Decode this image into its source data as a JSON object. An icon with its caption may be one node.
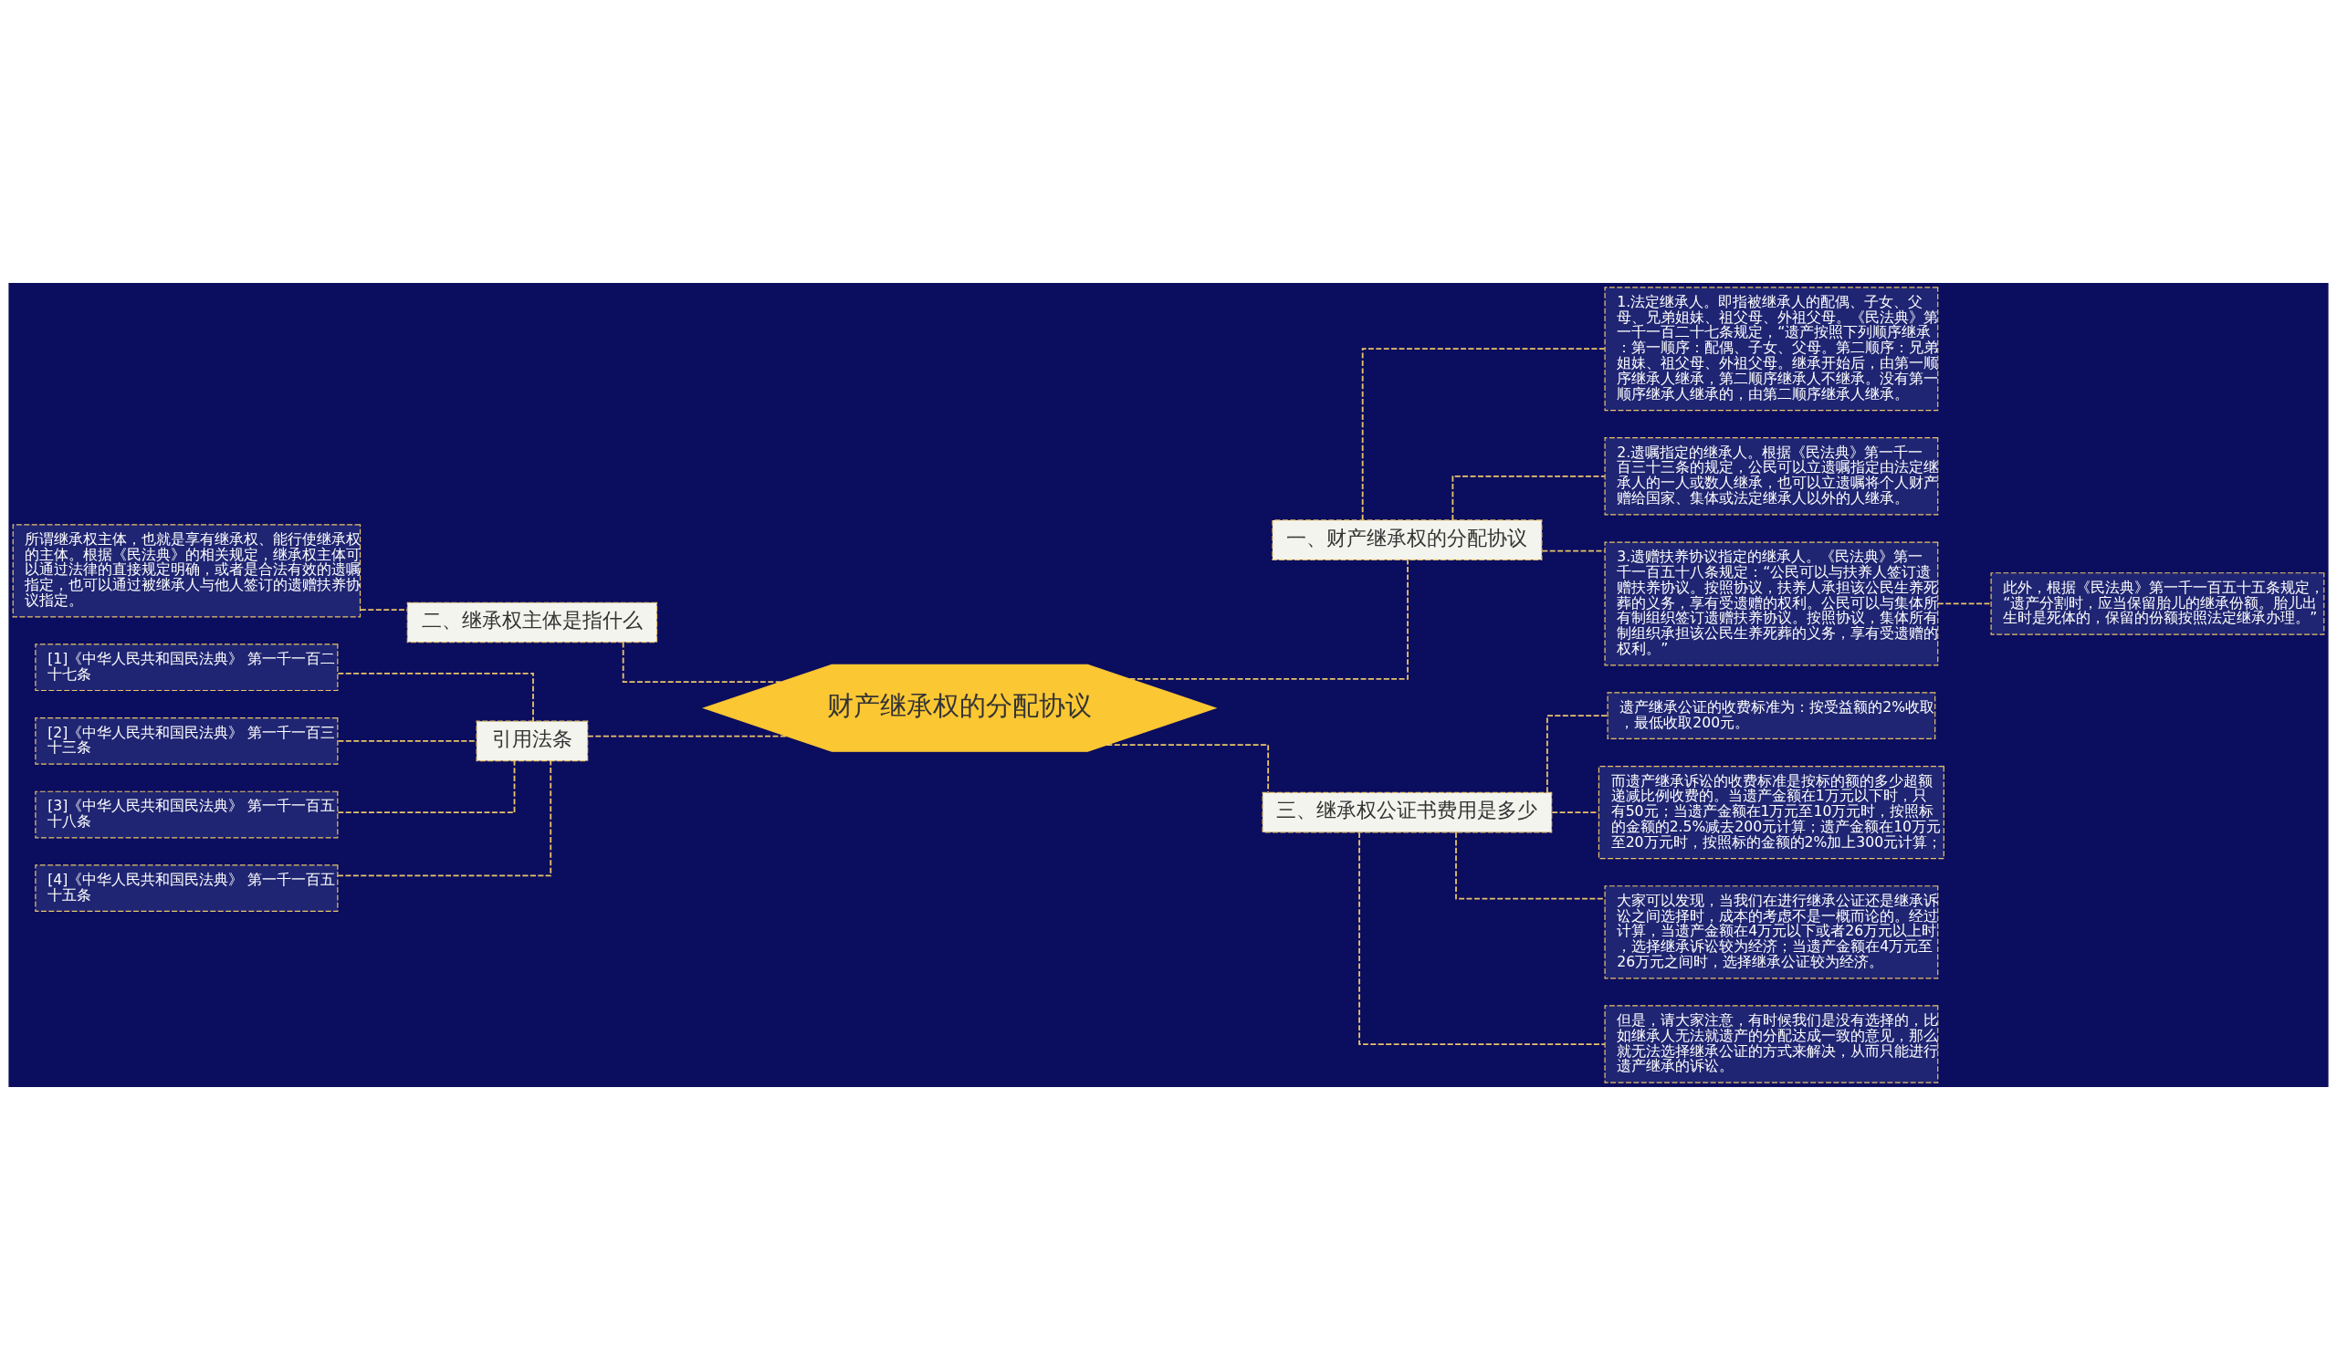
{
  "diagram": {
    "nodes": [
      {
        "text": [
          "财产继承权的分配协议"
        ]
      },
      {
        "text": [
          "一、财产继承权的分配协议"
        ]
      },
      {
        "text": [
          "1.法定继承人。即指被继承人的配偶、子女、父母、兄弟姐妹、祖父母、外祖父母。《民法典》第一千一百二十七条规定，“遗产按照下列顺序继承：第一顺序：配偶、子女、父母。第二顺序：兄弟姐妹、祖父母、外祖父母。继承开始后，由第一顺序继承人继承，第二顺序继承人不继承。没有第一顺序继承人继承的，由第二顺序继承人继承。"
        ]
      },
      {
        "text": [
          "2.遗嘱指定的继承人。根据《民法典》第一千一百三十三条的规定，公民可以立遗嘱指定由法定继承人的一人或数人继承，也可以立遗嘱将个人财产赠给国家、集体或法定继承人以外的人继承。"
        ]
      },
      {
        "text": [
          "3.遗赠扶养协议指定的继承人。《民法典》第一千一百五十八条规定：“公民可以与扶养人签订遗赠扶养协议。按照协议，扶养人承担该公民生养死葬的义务，享有受遗赠的权利。公民可以与集体所有制组织签订遗赠扶养协议。按照协议，集体所有制组织承担该公民生养死葬的义务，享有受遗赠的权利。”"
        ]
      },
      {
        "text": [
          "此外，根据《民法典》第一千一百五十五条规定，“遗产分割时，应当保留胎儿的继承份额。胎儿出生时是死体的，保留的份额按照法定继承办理。”"
        ]
      },
      {
        "text": [
          "三、继承权公证书费用是多少"
        ]
      },
      {
        "text": [
          "遗产继承公证的收费标准为：按受益额的2%收取，最低收取200元。"
        ]
      },
      {
        "text": [
          "而遗产继承诉讼的收费标准是按标的额的多少超额递减比例收费的。当遗产金额在1万元以下时，只有50元；当遗产金额在1万元至10万元时，按照标的金额的2.5%减去200元计算；遗产金额在10万元至20万元时，按照标的金额的2%加上300元计算；"
        ]
      },
      {
        "text": [
          "大家可以发现，当我们在进行继承公证还是继承诉讼之间选择时，成本的考虑不是一概而论的。经过计算，当遗产金额在4万元以下或者26万元以上时，选择继承诉讼较为经济；当遗产金额在4万元至26万元之间时，选择继承公证较为经济。"
        ]
      },
      {
        "text": [
          "但是，请大家注意，有时候我们是没有选择的，比如继承人无法就遗产的分配达成一致的意见，那么就无法选择继承公证的方式来解决，从而只能进行遗产继承的诉讼。"
        ]
      },
      {
        "text": [
          "二、继承权主体是指什么"
        ]
      },
      {
        "text": [
          "所谓继承权主体，也就是享有继承权、能行使继承权的主体。根据《民法典》的相关规定，继承权主体可以通过法律的直接规定明确，或者是合法有效的遗嘱指定，也可以通过被继承人与他人签订的遗赠扶养协议指定。"
        ]
      },
      {
        "text": [
          "引用法条"
        ]
      },
      {
        "text": [
          "[1]《中华人民共和国民法典》 第一千一百二十七条"
        ]
      },
      {
        "text": [
          "[2]《中华人民共和国民法典》 第一千一百三十三条"
        ]
      },
      {
        "text": [
          "[3]《中华人民共和国民法典》 第一千一百五十八条"
        ]
      },
      {
        "text": [
          "[4]《中华人民共和国民法典》 第一千一百五十五条"
        ]
      }
    ],
    "edges": [
      {
        "from": 0,
        "to": 1,
        "arrow": "none",
        "style": "dashed"
      },
      {
        "from": 1,
        "to": 2,
        "arrow": "none",
        "style": "dashed"
      },
      {
        "from": 1,
        "to": 3,
        "arrow": "none",
        "style": "dashed"
      },
      {
        "from": 1,
        "to": 4,
        "arrow": "none",
        "style": "dashed"
      },
      {
        "from": 4,
        "to": 5,
        "arrow": "none",
        "style": "dashed"
      },
      {
        "from": 0,
        "to": 6,
        "arrow": "none",
        "style": "dashed"
      },
      {
        "from": 6,
        "to": 7,
        "arrow": "none",
        "style": "dashed"
      },
      {
        "from": 6,
        "to": 8,
        "arrow": "none",
        "style": "dashed"
      },
      {
        "from": 6,
        "to": 9,
        "arrow": "none",
        "style": "dashed"
      },
      {
        "from": 6,
        "to": 10,
        "arrow": "none",
        "style": "dashed"
      },
      {
        "from": 0,
        "to": 11,
        "arrow": "none",
        "style": "dashed"
      },
      {
        "from": 11,
        "to": 12,
        "arrow": "none",
        "style": "dashed"
      },
      {
        "from": 0,
        "to": 13,
        "arrow": "none",
        "style": "dashed"
      },
      {
        "from": 13,
        "to": 14,
        "arrow": "none",
        "style": "dashed"
      },
      {
        "from": 13,
        "to": 15,
        "arrow": "none",
        "style": "dashed"
      },
      {
        "from": 13,
        "to": 16,
        "arrow": "none",
        "style": "dashed"
      },
      {
        "from": 13,
        "to": 17,
        "arrow": "none",
        "style": "dashed"
      }
    ]
  }
}
